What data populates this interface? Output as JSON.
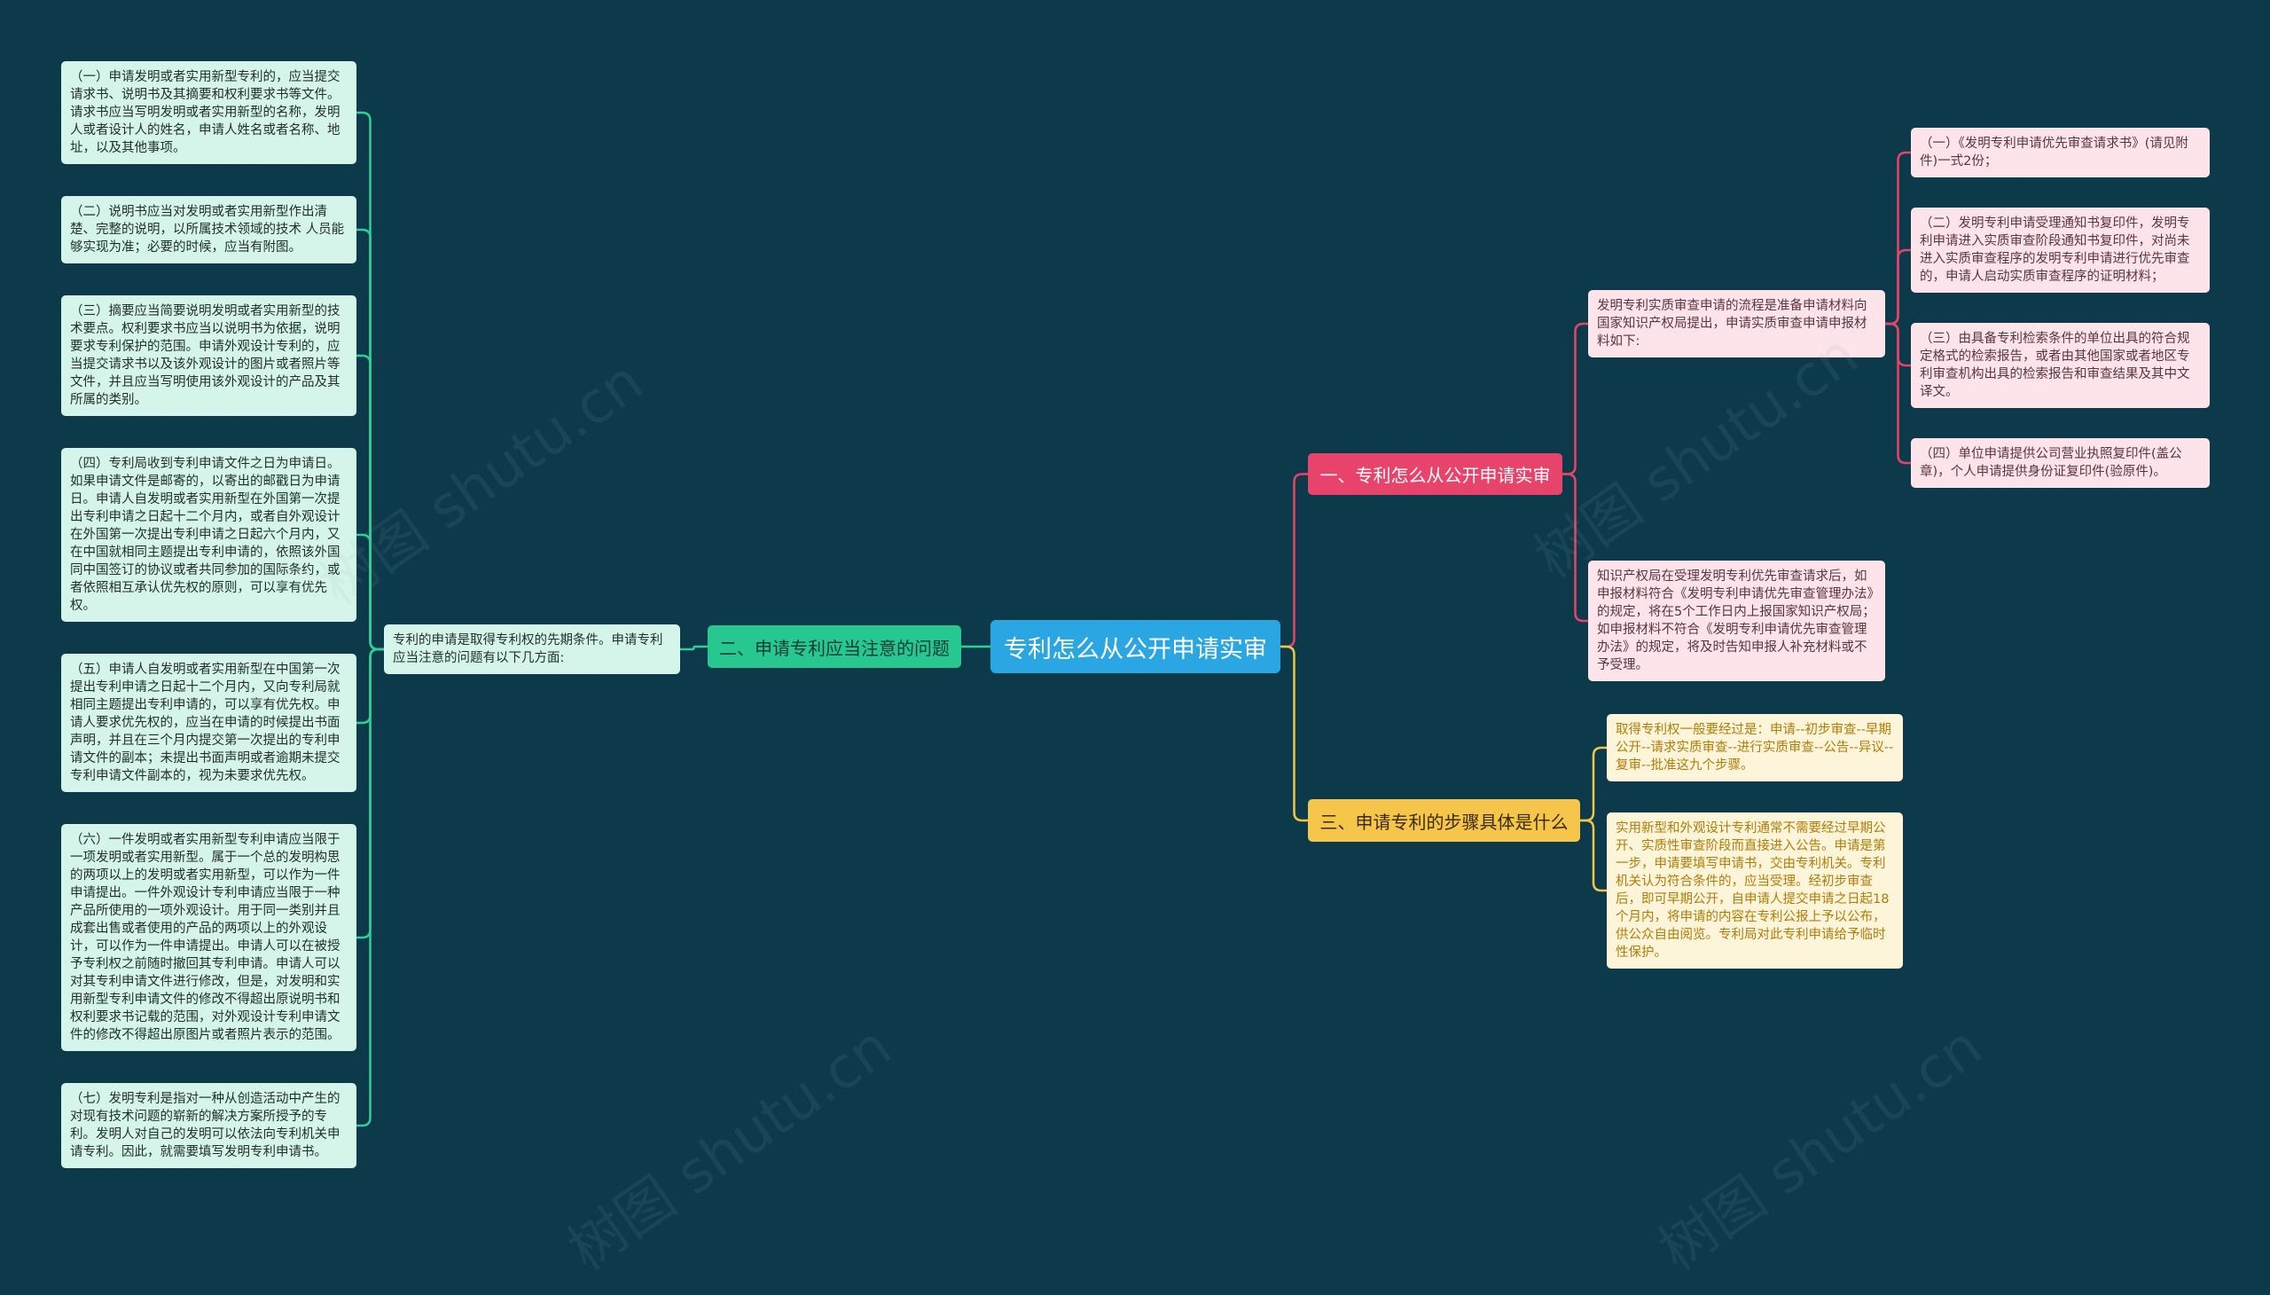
{
  "colors": {
    "background": "#0c3a4b",
    "center": "#2aa6e2",
    "left_branch": "#27c890",
    "right_top_branch": "#e8436b",
    "right_bottom_branch": "#f5c64a",
    "mint_leaf": "#d6f5ea",
    "pink_leaf": "#fde3ea",
    "yellow_leaf": "#fdf5da",
    "left_line": "#2fcf96",
    "pink_line": "#e8436b",
    "yellow_line": "#f2c744"
  },
  "watermark": "树图 shutu.cn",
  "center": {
    "label": "专利怎么从公开申请实审"
  },
  "branches": {
    "left": {
      "label": "二、申请专利应当注意的问题",
      "intro": "专利的申请是取得专利权的先期条件。申请专利应当注意的问题有以下几方面:",
      "items": [
        "（一）申请发明或者实用新型专利的，应当提交请求书、说明书及其摘要和权利要求书等文件。请求书应当写明发明或者实用新型的名称，发明人或者设计人的姓名，申请人姓名或者名称、地址，以及其他事项。",
        "（二）说明书应当对发明或者实用新型作出清楚、完整的说明，以所属技术领域的技术 人员能够实现为准；必要的时候，应当有附图。",
        "（三）摘要应当简要说明发明或者实用新型的技术要点。权利要求书应当以说明书为依据，说明要求专利保护的范围。申请外观设计专利的，应当提交请求书以及该外观设计的图片或者照片等文件，并且应当写明使用该外观设计的产品及其所属的类别。",
        "（四）专利局收到专利申请文件之日为申请日。如果申请文件是邮寄的，以寄出的邮戳日为申请日。申请人自发明或者实用新型在外国第一次提出专利申请之日起十二个月内，或者自外观设计在外国第一次提出专利申请之日起六个月内，又在中国就相同主题提出专利申请的，依照该外国同中国签订的协议或者共同参加的国际条约，或者依照相互承认优先权的原则，可以享有优先权。",
        "（五）申请人自发明或者实用新型在中国第一次提出专利申请之日起十二个月内，又向专利局就相同主题提出专利申请的，可以享有优先权。申请人要求优先权的，应当在申请的时候提出书面声明，并且在三个月内提交第一次提出的专利申请文件的副本；未提出书面声明或者逾期未提交专利申请文件副本的，视为未要求优先权。",
        "（六）一件发明或者实用新型专利申请应当限于一项发明或者实用新型。属于一个总的发明构思的两项以上的发明或者实用新型，可以作为一件申请提出。一件外观设计专利申请应当限于一种产品所使用的一项外观设计。用于同一类别并且成套出售或者使用的产品的两项以上的外观设计，可以作为一件申请提出。申请人可以在被授予专利权之前随时撤回其专利申请。申请人可以对其专利申请文件进行修改，但是，对发明和实用新型专利申请文件的修改不得超出原说明书和权利要求书记载的范围，对外观设计专利申请文件的修改不得超出原图片或者照片表示的范围。",
        "（七）发明专利是指对一种从创造活动中产生的对现有技术问题的崭新的解决方案所授予的专利。发明人对自己的发明可以依法向专利机关申请专利。因此，就需要填写发明专利申请书。"
      ]
    },
    "right_top": {
      "label": "一、专利怎么从公开申请实审",
      "process": "发明专利实质审查申请的流程是准备申请材料向国家知识产权局提出，申请实质审查申请申报材料如下:",
      "materials": [
        "（一）《发明专利申请优先审查请求书》(请见附件)一式2份；",
        "（二）发明专利申请受理通知书复印件，发明专利申请进入实质审查阶段通知书复印件，对尚未进入实质审查程序的发明专利申请进行优先审查的，申请人启动实质审查程序的证明材料；",
        "（三）由具备专利检索条件的单位出具的符合规定格式的检索报告，或者由其他国家或者地区专利审查机构出具的检索报告和审查结果及其中文译文。",
        "（四）单位申请提供公司营业执照复印件(盖公章)，个人申请提供身份证复印件(验原件)。"
      ],
      "acceptance": "知识产权局在受理发明专利优先审查请求后，如申报材料符合《发明专利申请优先审查管理办法》的规定，将在5个工作日内上报国家知识产权局；如申报材料不符合《发明专利申请优先审查管理办法》的规定，将及时告知申报人补充材料或不予受理。"
    },
    "right_bottom": {
      "label": "三、申请专利的步骤具体是什么",
      "items": [
        "取得专利权一般要经过是：申请--初步审查--早期公开--请求实质审查--进行实质审查--公告--异议--复审--批准这九个步骤。",
        "实用新型和外观设计专利通常不需要经过早期公开、实质性审查阶段而直接进入公告。申请是第一步，申请要填写申请书，交由专利机关。专利机关认为符合条件的，应当受理。经初步审查后，即可早期公开，自申请人提交申请之日起18个月内，将申请的内容在专利公报上予以公布，供公众自由阅览。专利局对此专利申请给予临时性保护。"
      ]
    }
  }
}
